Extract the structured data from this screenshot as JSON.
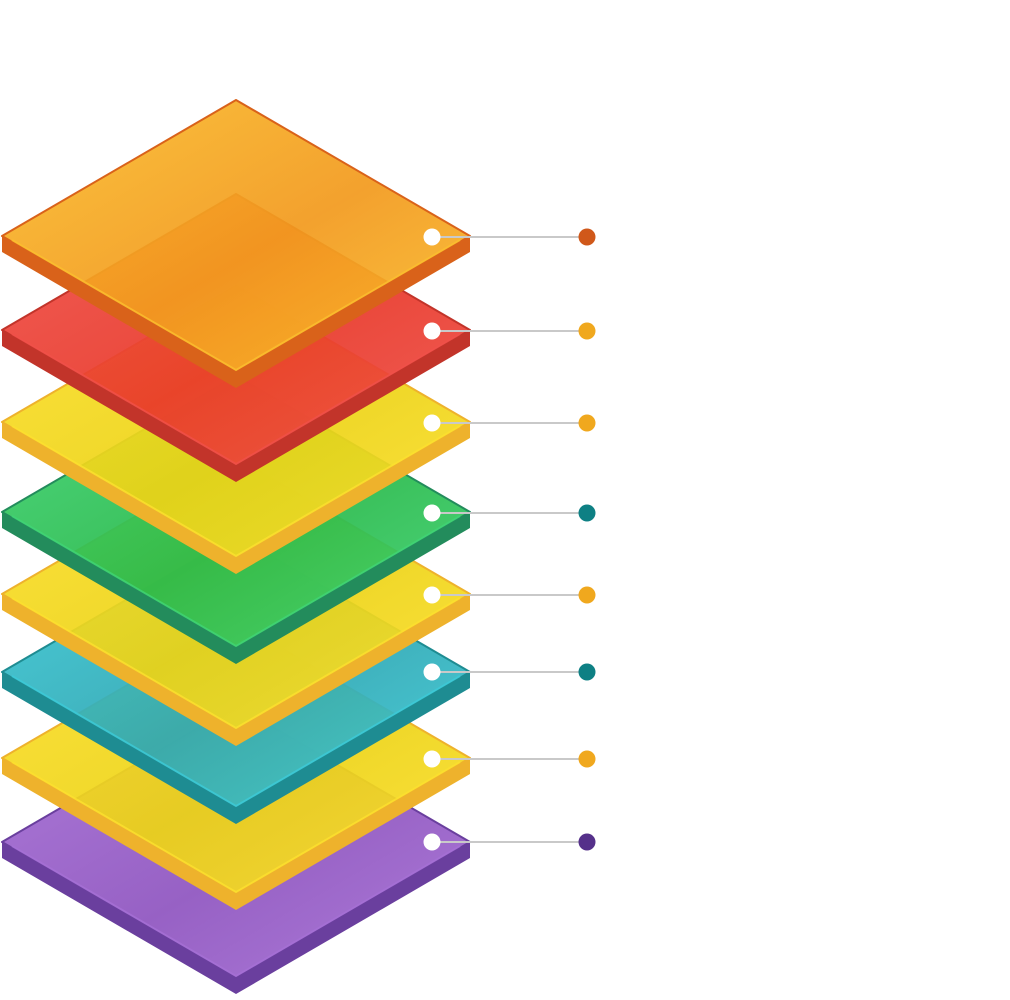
{
  "diagram": {
    "type": "isometric-layer-stack",
    "layers": [
      {
        "name": "layer-1",
        "top": "#f29a1e",
        "top_light": "#fbbf2e",
        "side": "#d9621a",
        "dot": "#d0581a"
      },
      {
        "name": "layer-2",
        "top": "#e8392a",
        "top_light": "#f0504a",
        "side": "#c2342a",
        "dot": "#f0a81e"
      },
      {
        "name": "layer-3",
        "top": "#ecd316",
        "top_light": "#fde02e",
        "side": "#eeb22c",
        "dot": "#f0a81e"
      },
      {
        "name": "layer-4",
        "top": "#29b94a",
        "top_light": "#40d476",
        "side": "#238c5c",
        "dot": "#0e8084"
      },
      {
        "name": "layer-5",
        "top": "#ecd316",
        "top_light": "#fde02e",
        "side": "#eeb22c",
        "dot": "#f0a81e"
      },
      {
        "name": "layer-6",
        "top": "#2fa7b3",
        "top_light": "#3ccbd8",
        "side": "#1e8c92",
        "dot": "#0e8084"
      },
      {
        "name": "layer-7",
        "top": "#ecd316",
        "top_light": "#fde02e",
        "side": "#eeb22c",
        "dot": "#f0a81e"
      },
      {
        "name": "layer-8",
        "top": "#8f55c0",
        "top_light": "#a670d6",
        "side": "#6a3f9e",
        "dot": "#55308a"
      }
    ]
  }
}
